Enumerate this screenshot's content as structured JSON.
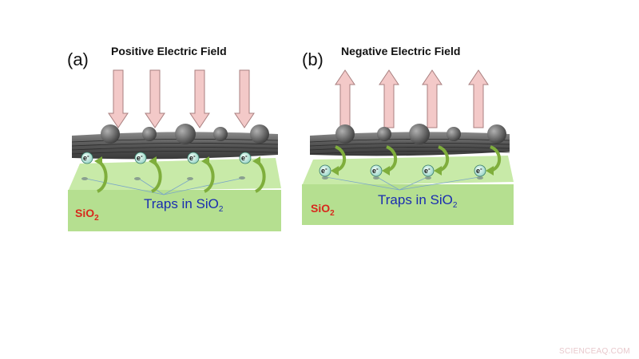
{
  "panels": [
    {
      "label": "(a)",
      "title": "Positive Electric Field",
      "field_direction": "down",
      "traps_label": "Traps in SiO",
      "traps_sub": "2",
      "oxide_label": "SiO",
      "oxide_sub": "2",
      "electron_label": "e",
      "electron_sup": "-",
      "electron_flow": "trap-to-graphene"
    },
    {
      "label": "(b)",
      "title": "Negative Electric Field",
      "field_direction": "up",
      "traps_label": "Traps in SiO",
      "traps_sub": "2",
      "oxide_label": "SiO",
      "oxide_sub": "2",
      "electron_label": "e",
      "electron_sup": "-",
      "electron_flow": "graphene-to-trap"
    }
  ],
  "watermark": "SCIENCEAQ.COM",
  "colors": {
    "arrow_fill": "#f3c9c8",
    "arrow_stroke": "#a87f7f",
    "graphene": "#5a5a5a",
    "oxide_top": "#c8eaa8",
    "oxide_front": "#b5df90",
    "traps_text": "#1a2db0",
    "oxide_text": "#d8281c",
    "transfer_arrow": "#7fae3c"
  }
}
